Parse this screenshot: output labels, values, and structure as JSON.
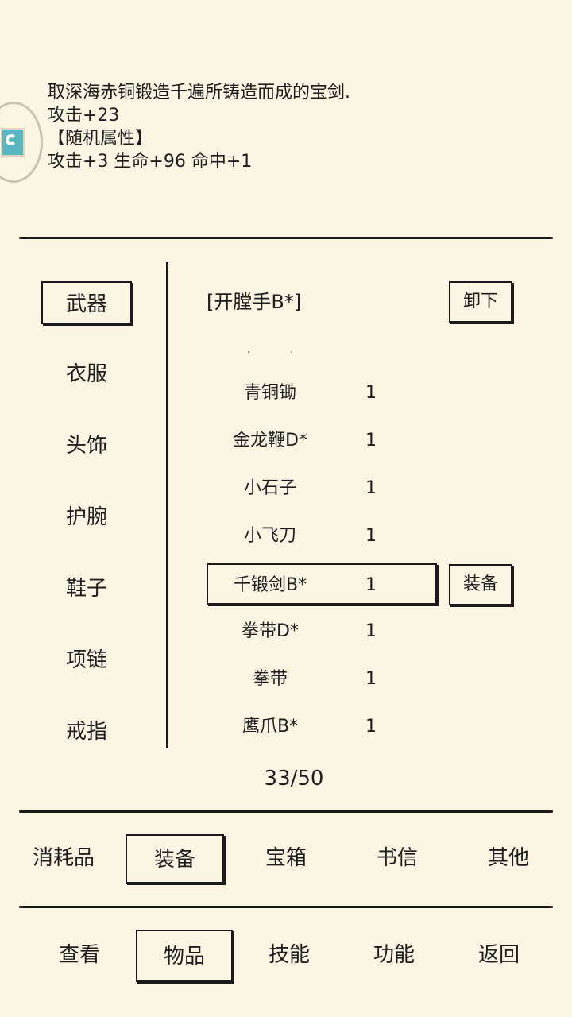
{
  "description": {
    "lines": [
      "取深海赤铜锻造千遍所铸造而成的宝剑.",
      "攻击+23",
      "【随机属性】",
      "攻击+3 生命+96 命中+1"
    ]
  },
  "categories": [
    {
      "label": "武器",
      "selected": true
    },
    {
      "label": "衣服",
      "selected": false
    },
    {
      "label": "头饰",
      "selected": false
    },
    {
      "label": "护腕",
      "selected": false
    },
    {
      "label": "鞋子",
      "selected": false
    },
    {
      "label": "项链",
      "selected": false
    },
    {
      "label": "戒指",
      "selected": false
    }
  ],
  "equipped": {
    "name": "[开膛手B*]",
    "unequip_label": "卸下"
  },
  "items": [
    {
      "name": "青铜锄",
      "qty": "1"
    },
    {
      "name": "金龙鞭D*",
      "qty": "1"
    },
    {
      "name": "小石子",
      "qty": "1"
    },
    {
      "name": "小飞刀",
      "qty": "1"
    },
    {
      "name": "千锻剑B*",
      "qty": "1",
      "selected": true
    },
    {
      "name": "拳带D*",
      "qty": "1"
    },
    {
      "name": "拳带",
      "qty": "1"
    },
    {
      "name": "鹰爪B*",
      "qty": "1"
    }
  ],
  "equip_label": "装备",
  "page_count": "33/50",
  "tabs": [
    {
      "label": "消耗品",
      "selected": false
    },
    {
      "label": "装备",
      "selected": true
    },
    {
      "label": "宝箱",
      "selected": false
    },
    {
      "label": "书信",
      "selected": false
    },
    {
      "label": "其他",
      "selected": false
    }
  ],
  "nav": [
    {
      "label": "查看",
      "selected": false
    },
    {
      "label": "物品",
      "selected": true
    },
    {
      "label": "技能",
      "selected": false
    },
    {
      "label": "功能",
      "selected": false
    },
    {
      "label": "返回",
      "selected": false
    }
  ]
}
